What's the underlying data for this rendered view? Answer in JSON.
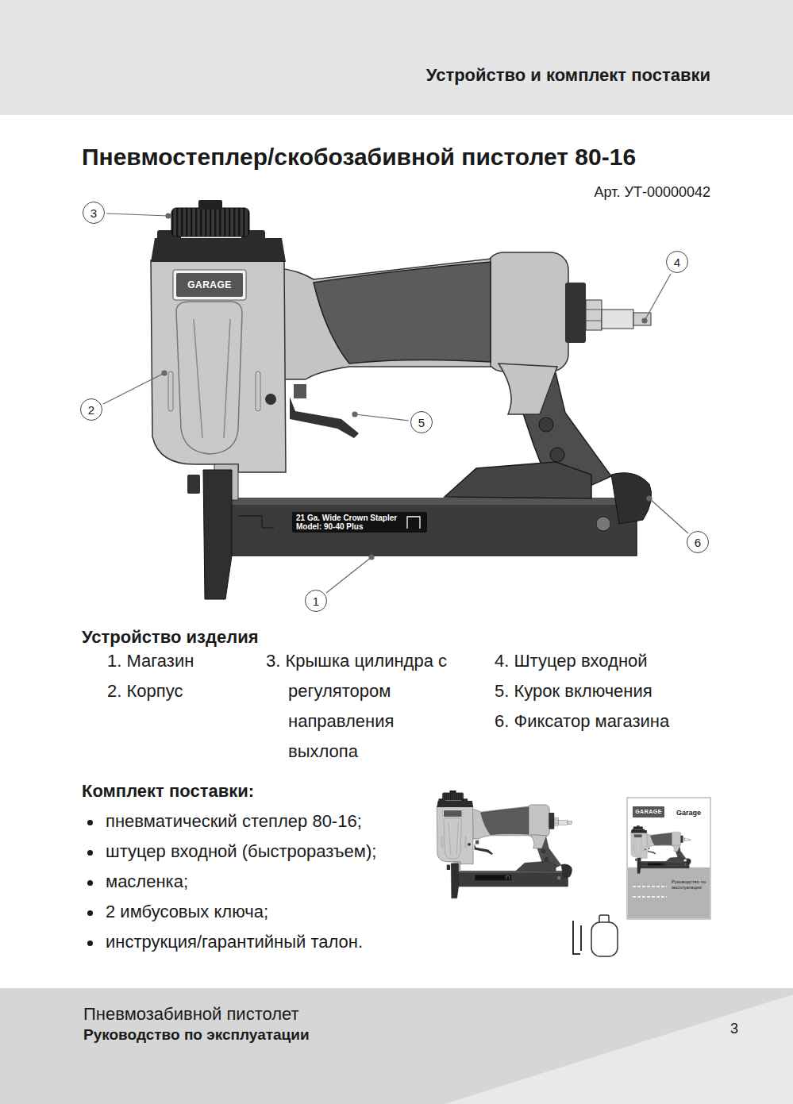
{
  "diagram": {
    "title": "Пневмостеплер/скобозабивной пистолет 80-16",
    "nodes": [
      {
        "text": [
          "Устройство и комплект поставки"
        ]
      },
      {
        "text": [
          "3"
        ]
      },
      {
        "text": [
          "4"
        ]
      },
      {
        "text": [
          "2"
        ]
      },
      {
        "text": [
          "5"
        ]
      },
      {
        "text": [
          "6"
        ]
      },
      {
        "text": [
          "1"
        ]
      },
      {
        "text": [
          "Пневмозабивной пистолет",
          "Руководство по эксплуатации",
          "3"
        ]
      }
    ],
    "labels": [
      "Арт. УТ-00000042",
      "GARAGE",
      "21 Ga. Wide Crown Stapler",
      "Model: 90-40 Plus",
      "Устройство изделия",
      "1. Магазин",
      "2. Корпус",
      "3. Крышка цилиндра с регулятором направления выхлопа",
      "4. Штуцер входной",
      "5. Курок включения",
      "6. Фиксатор магазина",
      "Комплект поставки:",
      "пневматический степлер 80-16;",
      "штуцер входной (быстроразъем);",
      "масленка;",
      "2 имбусовых ключа;",
      "инструкция/гарантийный талон.",
      "GARAGE",
      "Garage",
      "Руководство по эксплуатации"
    ]
  }
}
